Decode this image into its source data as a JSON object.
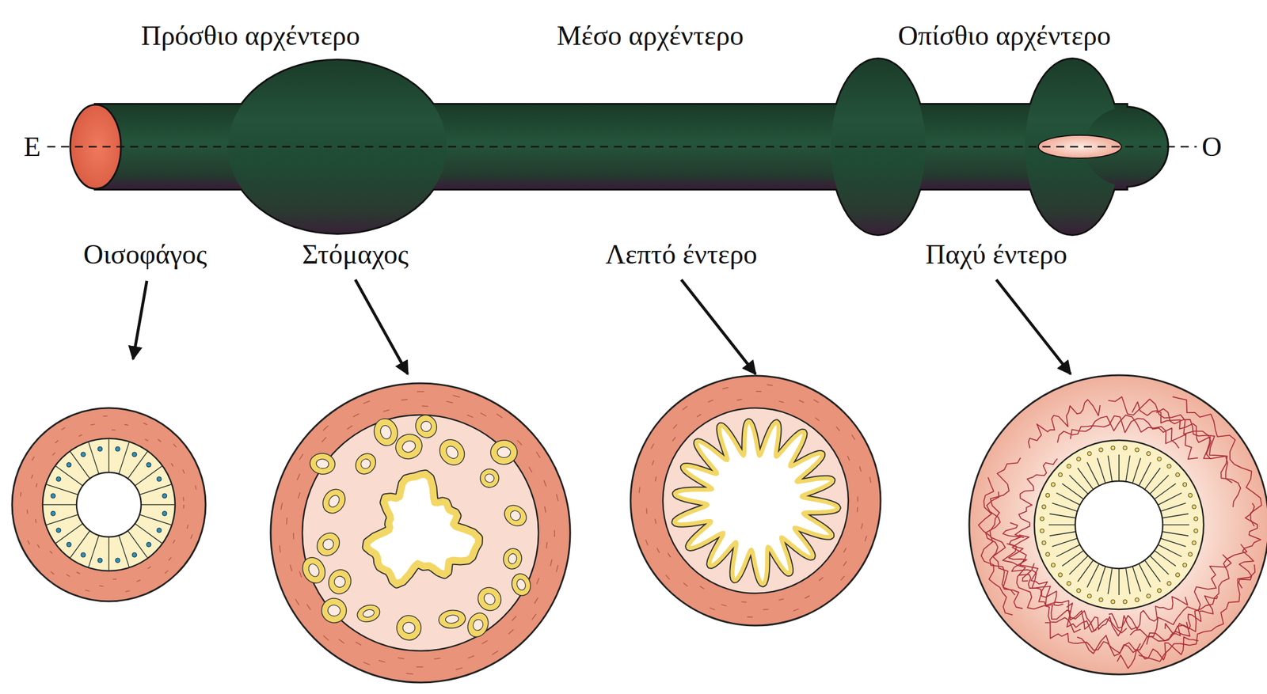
{
  "diagram": {
    "labels": [
      "Πρόσθιο αρχέντερο",
      "Μέσο αρχέντερο",
      "Οπίσθιο αρχέντερο",
      "Ε",
      "Ο",
      "Οισοφάγος",
      "Στόμαχος",
      "Λεπτό έντερο",
      "Παχύ έντερο"
    ]
  }
}
